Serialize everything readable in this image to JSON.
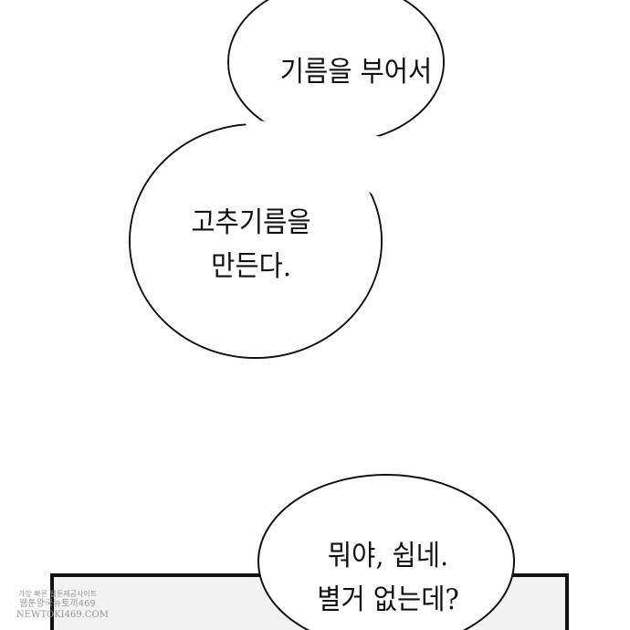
{
  "bubbles": {
    "top": {
      "line1": "기름을 부어서"
    },
    "middle": {
      "line1": "고추기름을",
      "line2": "만든다."
    },
    "bottom": {
      "line1": "뭐야, 쉽네.",
      "line2": "별거 없는데?"
    }
  },
  "watermark": {
    "line1": "가장 빠른 웹툰제공사이트",
    "line2": "웹툰왕국뉴토끼469",
    "line3": "NEWTOKI469.COM"
  }
}
